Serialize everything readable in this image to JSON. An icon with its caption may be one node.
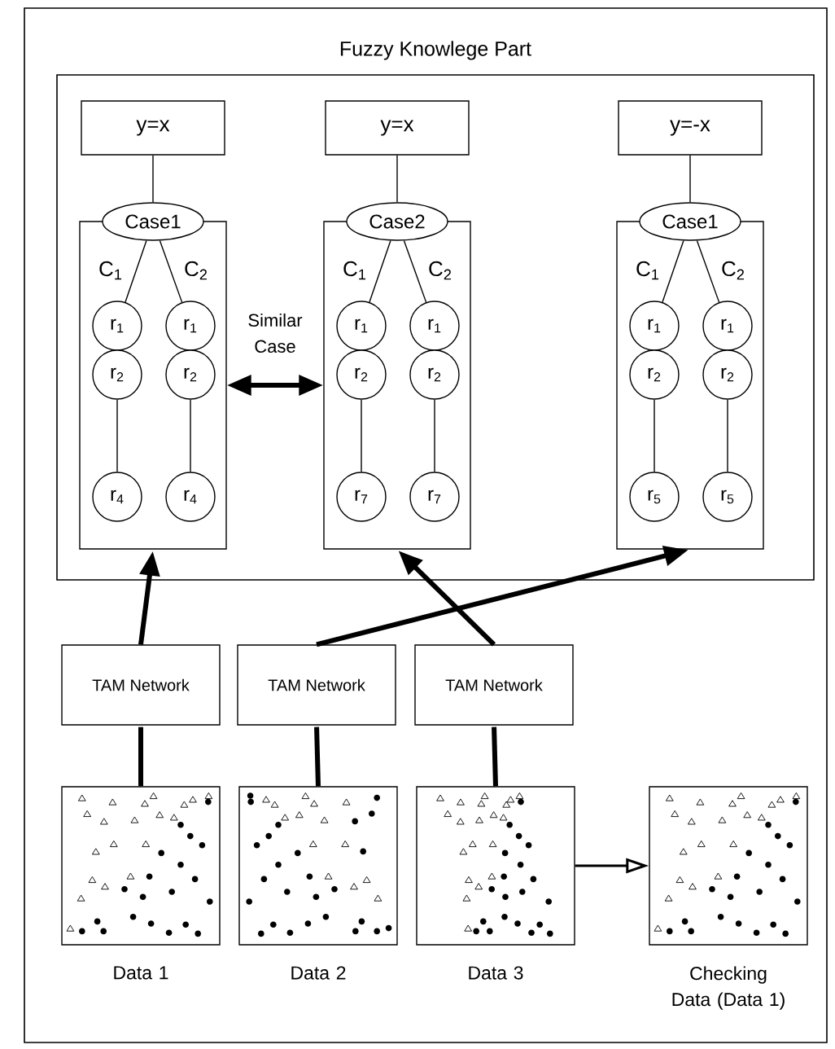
{
  "diagram": {
    "nodes": [
      {
        "text": [
          "Fuzzy Knowlege Part"
        ]
      },
      {
        "text": [
          "y=x"
        ],
        "in": 0
      },
      {
        "text": [],
        "shape": "box",
        "in": 0
      },
      {
        "text": [
          "Case1"
        ],
        "in": 0
      },
      {
        "text": [
          "r$_{1}$"
        ],
        "in": 2
      },
      {
        "text": [
          "r$_{1}$"
        ],
        "in": 2
      },
      {
        "text": [
          "r$_{2}$"
        ],
        "in": 2
      },
      {
        "text": [
          "r$_{2}$"
        ],
        "in": 2
      },
      {
        "text": [
          "r$_{4}$"
        ],
        "in": 2
      },
      {
        "text": [
          "r$_{4}$"
        ],
        "in": 2
      },
      {
        "text": [
          "y=x"
        ],
        "in": 0
      },
      {
        "text": [],
        "shape": "box",
        "in": 0
      },
      {
        "text": [
          "Case2"
        ],
        "in": 0
      },
      {
        "text": [
          "r$_{1}$"
        ],
        "in": 11
      },
      {
        "text": [
          "r$_{1}$"
        ],
        "in": 11
      },
      {
        "text": [
          "r$_{2}$"
        ],
        "in": 11
      },
      {
        "text": [
          "r$_{2}$"
        ],
        "in": 11
      },
      {
        "text": [
          "r$_{7}$"
        ],
        "in": 11
      },
      {
        "text": [
          "r$_{7}$"
        ],
        "in": 11
      },
      {
        "text": [
          "y=-x"
        ],
        "in": 0
      },
      {
        "text": [],
        "shape": "box",
        "in": 0
      },
      {
        "text": [
          "Case1"
        ],
        "in": 0
      },
      {
        "text": [
          "r$_{1}$"
        ],
        "in": 20
      },
      {
        "text": [
          "r$_{1}$"
        ],
        "in": 20
      },
      {
        "text": [
          "r$_{2}$"
        ],
        "in": 20
      },
      {
        "text": [
          "r$_{2}$"
        ],
        "in": 20
      },
      {
        "text": [
          "r$_{5}$"
        ],
        "in": 20
      },
      {
        "text": [
          "r$_{5}$"
        ],
        "in": 20
      },
      {
        "text": [
          "TAM Network"
        ]
      },
      {
        "text": [
          "TAM Network"
        ]
      },
      {
        "text": [
          "TAM Network"
        ]
      },
      {
        "text": [],
        "shape": "box",
        "beside": [
          "Data 1"
        ]
      },
      {
        "text": [],
        "shape": "box",
        "beside": [
          "Data 2"
        ]
      },
      {
        "text": [],
        "shape": "box",
        "beside": [
          "Data 3"
        ]
      },
      {
        "text": [],
        "shape": "box",
        "beside": [
          "Checking Data (Data 1)"
        ]
      }
    ],
    "edges": [
      {
        "from": 1,
        "to": 3,
        "arrow": "none"
      },
      {
        "from": 3,
        "to": 4,
        "arrow": "none",
        "label": "C$_{1}$"
      },
      {
        "from": 3,
        "to": 5,
        "arrow": "none",
        "label": "C$_{2}$"
      },
      {
        "from": 6,
        "to": 8,
        "arrow": "none"
      },
      {
        "from": 7,
        "to": 9,
        "arrow": "none"
      },
      {
        "from": 10,
        "to": 12,
        "arrow": "none"
      },
      {
        "from": 12,
        "to": 13,
        "arrow": "none",
        "label": "C$_{1}$"
      },
      {
        "from": 12,
        "to": 14,
        "arrow": "none",
        "label": "C$_{2}$"
      },
      {
        "from": 15,
        "to": 17,
        "arrow": "none"
      },
      {
        "from": 16,
        "to": 18,
        "arrow": "none"
      },
      {
        "from": 19,
        "to": 21,
        "arrow": "none"
      },
      {
        "from": 21,
        "to": 22,
        "arrow": "none",
        "label": "C$_{1}$"
      },
      {
        "from": 21,
        "to": 23,
        "arrow": "none",
        "label": "C$_{2}$"
      },
      {
        "from": 24,
        "to": 26,
        "arrow": "none"
      },
      {
        "from": 25,
        "to": 27,
        "arrow": "none"
      },
      {
        "from": 2,
        "to": 11,
        "arrow": "both",
        "style": "thick",
        "label": "Similar Case"
      },
      {
        "from": 31,
        "to": 28,
        "arrow": "none",
        "style": "thick"
      },
      {
        "from": 32,
        "to": 29,
        "arrow": "none",
        "style": "thick"
      },
      {
        "from": 33,
        "to": 30,
        "arrow": "none",
        "style": "thick"
      },
      {
        "from": 28,
        "to": 2,
        "arrow": "to",
        "style": "thick"
      },
      {
        "from": 29,
        "to": 20,
        "arrow": "to",
        "style": "thick"
      },
      {
        "from": 30,
        "to": 11,
        "arrow": "to",
        "style": "thick"
      },
      {
        "from": 33,
        "to": 34,
        "arrow": "to"
      }
    ]
  }
}
